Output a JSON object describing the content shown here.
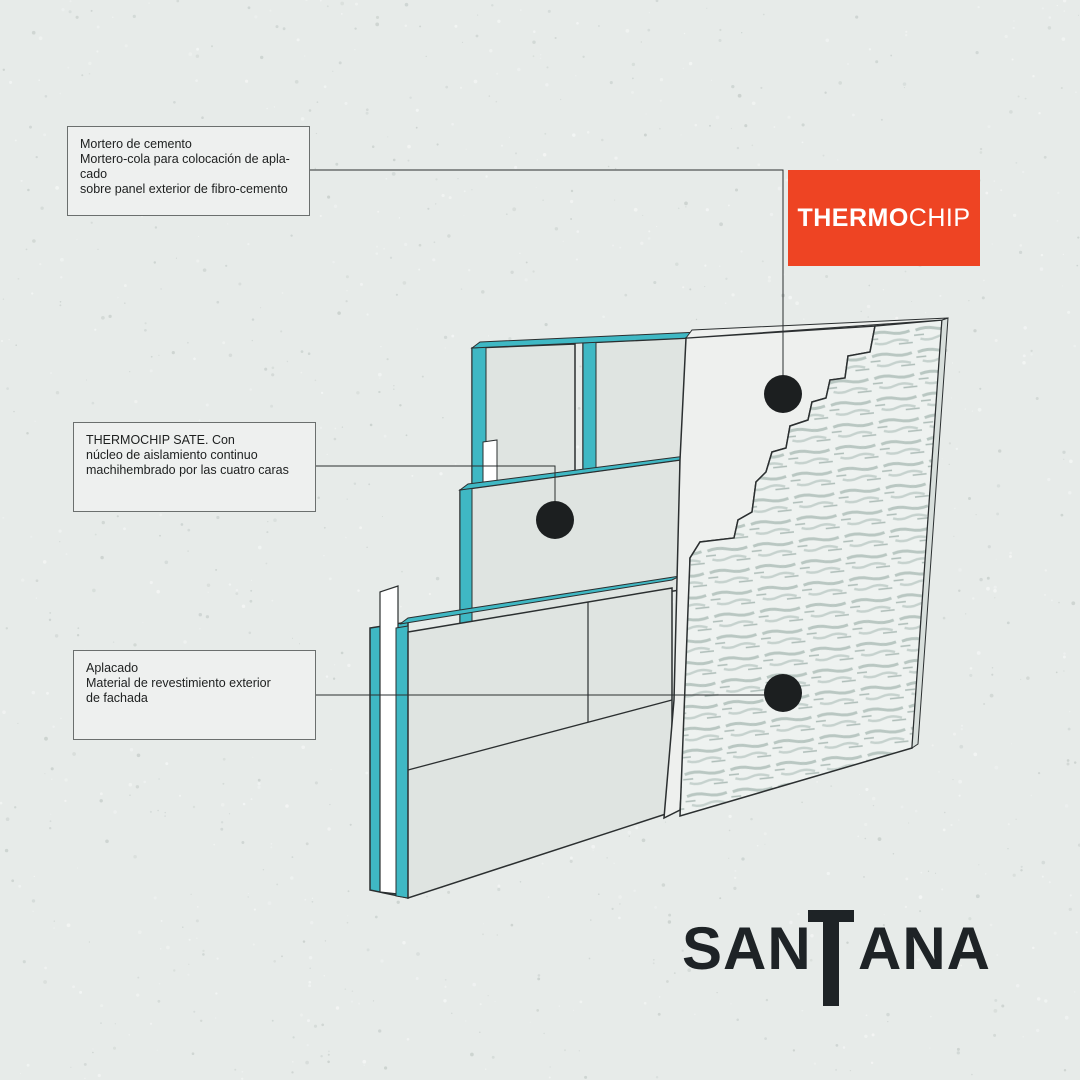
{
  "callouts": {
    "mortero": {
      "lines": [
        "Mortero de cemento",
        "Mortero-cola para colocación de apla-",
        "cado",
        "sobre panel exterior de fibro-cemento"
      ]
    },
    "thermochip_sate": {
      "lines": [
        "THERMOCHIP SATE. Con",
        "núcleo de aislamiento continuo",
        "machihembrado por las cuatro caras"
      ]
    },
    "aplacado": {
      "lines": [
        "Aplacado",
        "Material de revestimiento exterior",
        "de fachada"
      ]
    }
  },
  "logos": {
    "thermochip": {
      "bold": "THERMO",
      "light": "CHIP",
      "background": "#ee4423"
    },
    "santana": {
      "left": "SAN",
      "right": "ANA",
      "t_glyph": "T",
      "color": "#1e2326"
    }
  },
  "colors": {
    "insulation": "#3fb8c4",
    "panel": "#dfe4e1",
    "mortar": "#eef0ee",
    "stone": "#c9d3cf",
    "marker": "#1c1f20"
  }
}
